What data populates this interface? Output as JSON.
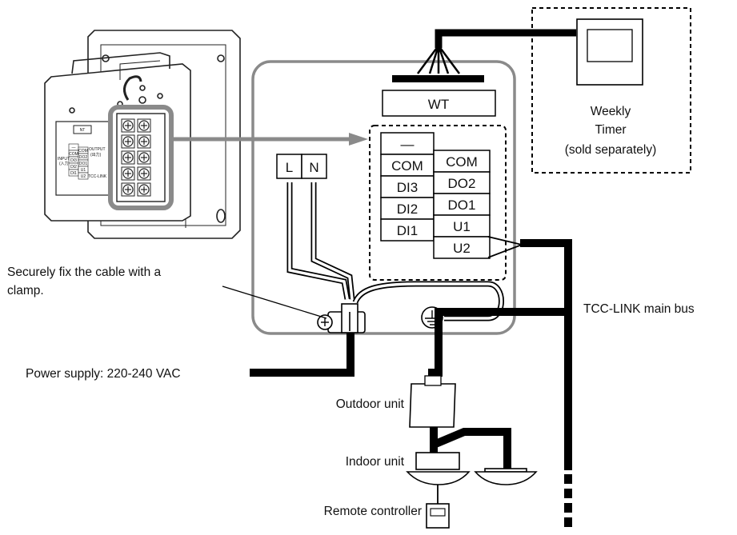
{
  "callouts": {
    "clamp_line1": "Securely fix the cable with a",
    "clamp_line2": "clamp.",
    "power_supply": "Power supply: 220-240 VAC",
    "main_bus": "TCC-LINK main bus",
    "outdoor_unit": "Outdoor unit",
    "indoor_unit": "Indoor unit",
    "remote_controller": "Remote controller"
  },
  "timer": {
    "line1": "Weekly",
    "line2": "Timer",
    "line3": "(sold separately)"
  },
  "connector_label": "WT",
  "power_terminals": [
    "L",
    "N"
  ],
  "terminal_block": {
    "left": [
      "—",
      "COM",
      "DI3",
      "DI2",
      "DI1"
    ],
    "right": [
      "COM",
      "DO2",
      "DO1",
      "U1",
      "U2"
    ]
  },
  "device_back_panel": {
    "badge": "NT",
    "input": "INPUT",
    "input_sub": "(入力)",
    "output": "OUTPUT",
    "output_sub": "(出力)",
    "tcc_link": "TCC-LINK",
    "terminals_left": [
      "—",
      "COM",
      "DI3",
      "DI2",
      "DI1"
    ],
    "terminals_right": [
      "COM",
      "DO2",
      "DO1",
      "U1",
      "U2"
    ]
  }
}
